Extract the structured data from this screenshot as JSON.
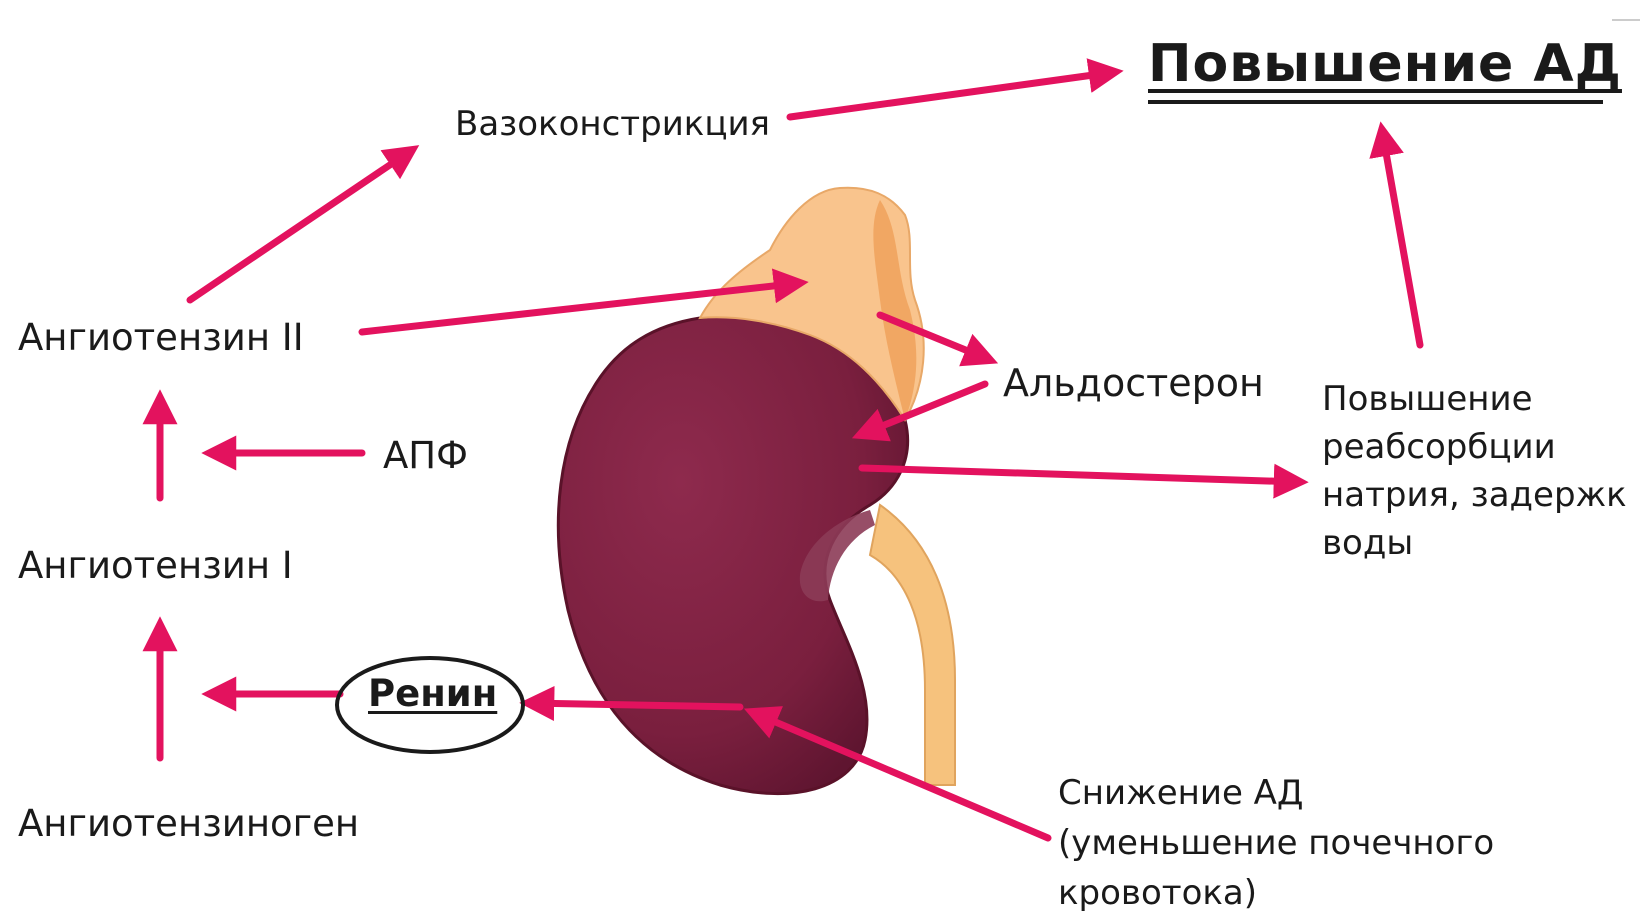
{
  "diagram": {
    "title": "Повышение АД",
    "nodes": {
      "vasoconstriction": "Вазоконстрикция",
      "angiotensin_2": "Ангиотензин II",
      "ace": "АПФ",
      "angiotensin_1": "Ангиотензин I",
      "renin": "Ренин",
      "angiotensinogen": "Ангиотензиноген",
      "aldosterone": "Альдостерон",
      "sodium_reabsorption": [
        "Повышение",
        "реабсорбции",
        "натрия, задержк",
        "воды"
      ],
      "bp_drop": [
        "Снижение АД",
        "(уменьшение почечного",
        "кровотока)"
      ]
    }
  },
  "colors": {
    "arrow": "#e3125e",
    "kidney": "#7d2140",
    "kidney_dark": "#5a1229",
    "kidney_hilum": "#8c3b57",
    "adrenal": "#f9c48d",
    "adrenal_shade": "#f0a25c",
    "ureter": "#f6c27d",
    "text": "#1a1a1a"
  }
}
